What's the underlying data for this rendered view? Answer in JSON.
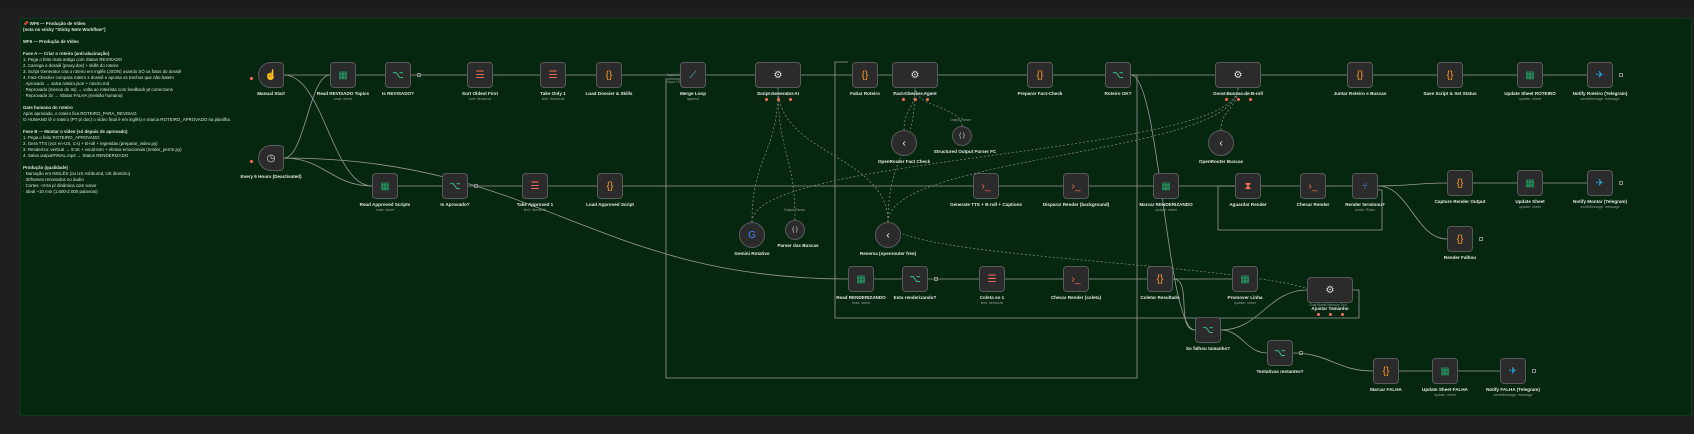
{
  "sticky": {
    "lines": [
      {
        "t": "📌 WF6 — Produção de Vídeo",
        "h": true
      },
      {
        "t": "(nota no sticky \"Sticky Note Workflow\")",
        "h": true
      },
      {
        "t": "",
        "h": false
      },
      {
        "t": "WF6 — Produção de Vídeo",
        "h": true
      },
      {
        "t": "",
        "h": false
      },
      {
        "t": "Fase A — Criar o roteiro (anti-alucinação)",
        "h": true
      },
      {
        "t": "1.  Pega o feito mais antigo com Status REVISADO",
        "h": false
      },
      {
        "t": "2.  Carrega o dossiê (proxy.dos) + skills do roteiro",
        "h": false
      },
      {
        "t": "3.  Script Generator cria o roteiro em inglês (JSON) usando SÓ os fatos do dossiê",
        "h": false
      },
      {
        "t": "4.  Fact-Checker compara roteiro x dossiê e aponta os trechos que não batem",
        "h": false
      },
      {
        "t": "      · Aprovado → salva roteiro.json + roteiro.md",
        "h": false
      },
      {
        "t": "      · Reprovado (menos de 3x) → volta ao roteirista com feedback pt corrections",
        "h": false
      },
      {
        "t": "      · Reprovado 3x → Status FALHA (revisão humana)",
        "h": false
      },
      {
        "t": "",
        "h": false
      },
      {
        "t": "Gate humano do roteiro",
        "h": true
      },
      {
        "t": "Após aprovado, o roteiro fica ROTEIRO_PARA_REVISAO.",
        "h": false
      },
      {
        "t": "O HUMANO lê o roteiro (PT p/ doc) o vídeo final é em inglês) e marca ROTEIRO_APROVADO na planilha.",
        "h": false
      },
      {
        "t": "",
        "h": false
      },
      {
        "t": "Fase B — Montar o vídeo (só depois de aprovado)",
        "h": true
      },
      {
        "t": "1.  Pega o feito ROTEIRO_APROVADO",
        "h": false
      },
      {
        "t": "2.  Gera TTS (voz en-US, 1:s) + B-roll + legendas (preparar_video.py)",
        "h": false
      },
      {
        "t": "3.  Renderiza: vertical → 9:16 + vocal-tom + efeitos emocionais (render_perrm.py)",
        "h": false
      },
      {
        "t": "4.  Salva output/FINAL.mp4 → Status RENDERIZADO",
        "h": false
      },
      {
        "t": "",
        "h": false
      },
      {
        "t": "Produção (qualidade)",
        "h": true
      },
      {
        "t": "  · Narração em INGLÊS (ou US Ashburnd, US diretório)",
        "h": false
      },
      {
        "t": "  · 30frames renovados no áudio",
        "h": false
      },
      {
        "t": "  · Cortes ~3-5s p/ dinâmica com sonar",
        "h": false
      },
      {
        "t": "  · Ideal ~10 min (1.500-2.000 palavras)",
        "h": false
      }
    ]
  },
  "nodes": [
    {
      "id": "manual",
      "label": "Manual Start",
      "sub": "",
      "icon": "☝",
      "color": "#dddddd",
      "shape": "trig"
    },
    {
      "id": "every6h",
      "label": "Every 6 Hours (Deactivated)",
      "sub": "",
      "icon": "◷",
      "color": "#dddddd",
      "shape": "trig"
    },
    {
      "id": "readrev",
      "label": "Read REVISADO Topics",
      "sub": "read: sheet",
      "icon": "▦",
      "color": "#21a366",
      "shape": "n"
    },
    {
      "id": "isrev",
      "label": "Is REVISADO?",
      "sub": "",
      "icon": "⌥",
      "color": "#35c98d",
      "shape": "n"
    },
    {
      "id": "sortoldest",
      "label": "Sort Oldest First",
      "sub": "sort: itemsList",
      "icon": "☰",
      "color": "#ff6d5a",
      "shape": "n"
    },
    {
      "id": "takeonly1",
      "label": "Take Only 1",
      "sub": "limit: itemsList",
      "icon": "☰",
      "color": "#ff6d5a",
      "shape": "n"
    },
    {
      "id": "loaddossier",
      "label": "Load Dossier & Skills",
      "sub": "",
      "icon": "{}",
      "color": "#ff9922",
      "shape": "n"
    },
    {
      "id": "mergeloop",
      "label": "Merge Loop",
      "sub": "append",
      "icon": "⟋",
      "color": "#35c9c9",
      "shape": "n"
    },
    {
      "id": "scriptgen",
      "label": "Script Generator AI",
      "sub": "",
      "icon": "⚙",
      "color": "#dddddd",
      "shape": "wide"
    },
    {
      "id": "fatiar",
      "label": "Fatiar Roteiro",
      "sub": "",
      "icon": "{}",
      "color": "#ff9922",
      "shape": "n"
    },
    {
      "id": "factcheck",
      "label": "Fact-Checker Agent",
      "sub": "",
      "icon": "⚙",
      "color": "#dddddd",
      "shape": "wide"
    },
    {
      "id": "prepfc",
      "label": "Preparar Fact-Check",
      "sub": "",
      "icon": "{}",
      "color": "#ff9922",
      "shape": "n"
    },
    {
      "id": "roteirook",
      "label": "Roteiro OK?",
      "sub": "",
      "icon": "⌥",
      "color": "#35c98d",
      "shape": "n"
    },
    {
      "id": "gerarbuscas",
      "label": "Gerar Buscas de B-roll",
      "sub": "",
      "icon": "⚙",
      "color": "#dddddd",
      "shape": "wide"
    },
    {
      "id": "juntar",
      "label": "Juntar Roteiro e Buscas",
      "sub": "",
      "icon": "{}",
      "color": "#ff9922",
      "shape": "n"
    },
    {
      "id": "savescript",
      "label": "Save Script & Set Status",
      "sub": "",
      "icon": "{}",
      "color": "#ff9922",
      "shape": "n"
    },
    {
      "id": "updroteiro",
      "label": "Update Sheet ROTEIRO",
      "sub": "update: sheet",
      "icon": "▦",
      "color": "#21a366",
      "shape": "n"
    },
    {
      "id": "notifyroteiro",
      "label": "Notify Roteiro (Telegram)",
      "sub": "sendMessage: message",
      "icon": "✈",
      "color": "#2aa6df",
      "shape": "n"
    },
    {
      "id": "orfc",
      "label": "OpenRouter Fact Check",
      "sub": "",
      "icon": "‹",
      "color": "#ffffff",
      "shape": "circle"
    },
    {
      "id": "structout",
      "label": "Structured Output Parser FC",
      "sub": "",
      "icon": "{ }",
      "color": "#dddddd",
      "shape": "sm"
    },
    {
      "id": "orbuscas",
      "label": "OpenRouter Buscas",
      "sub": "",
      "icon": "‹",
      "color": "#ffffff",
      "shape": "circle"
    },
    {
      "id": "readapp",
      "label": "Read Approved Scripts",
      "sub": "read: sheet",
      "icon": "▦",
      "color": "#21a366",
      "shape": "n"
    },
    {
      "id": "isapp",
      "label": "Is Aprovado?",
      "sub": "",
      "icon": "⌥",
      "color": "#35c98d",
      "shape": "n"
    },
    {
      "id": "takeapp1",
      "label": "Take Approved 1",
      "sub": "limit: itemsList",
      "icon": "☰",
      "color": "#ff6d5a",
      "shape": "n"
    },
    {
      "id": "loadapp",
      "label": "Load Approved Script",
      "sub": "",
      "icon": "{}",
      "color": "#ff9922",
      "shape": "n"
    },
    {
      "id": "gemini",
      "label": "Gemini Rotativo",
      "sub": "",
      "icon": "G",
      "color": "#4285f4",
      "shape": "circle"
    },
    {
      "id": "parserbuscas",
      "label": "Parser das Buscas",
      "sub": "",
      "icon": "{ }",
      "color": "#dddddd",
      "shape": "sm"
    },
    {
      "id": "reserva",
      "label": "Reserva (openrouter free)",
      "sub": "",
      "icon": "‹",
      "color": "#ffffff",
      "shape": "circle"
    },
    {
      "id": "gentts",
      "label": "Generate TTS + B-roll + Captions",
      "sub": "",
      "icon": "›_",
      "color": "#ff6d5a",
      "shape": "n"
    },
    {
      "id": "disparar",
      "label": "Disparar Render (background)",
      "sub": "",
      "icon": "›_",
      "color": "#ff6d5a",
      "shape": "n"
    },
    {
      "id": "marcarrender",
      "label": "Marcar RENDERIZANDO",
      "sub": "update: sheet",
      "icon": "▦",
      "color": "#21a366",
      "shape": "n"
    },
    {
      "id": "aguardar",
      "label": "Aguardar Render",
      "sub": "",
      "icon": "⧗",
      "color": "#ff6d5a",
      "shape": "n"
    },
    {
      "id": "checar",
      "label": "Checar Render",
      "sub": "",
      "icon": "›_",
      "color": "#ff6d5a",
      "shape": "n"
    },
    {
      "id": "renderterm",
      "label": "Render terminou?",
      "sub": "mode: Rules",
      "icon": "⑂",
      "color": "#4a8cff",
      "shape": "n"
    },
    {
      "id": "capture",
      "label": "Capture Render Output",
      "sub": "",
      "icon": "{}",
      "color": "#ff9922",
      "shape": "n"
    },
    {
      "id": "updsheet",
      "label": "Update Sheet",
      "sub": "update: sheet",
      "icon": "▦",
      "color": "#21a366",
      "shape": "n"
    },
    {
      "id": "notifymontar",
      "label": "Notify Montar (Telegram)",
      "sub": "sendMessage: message",
      "icon": "✈",
      "color": "#2aa6df",
      "shape": "n"
    },
    {
      "id": "renderfalhou",
      "label": "Render Falhou",
      "sub": "",
      "icon": "{}",
      "color": "#ff9922",
      "shape": "n"
    },
    {
      "id": "readrendering",
      "label": "Read RENDERIZANDO",
      "sub": "read: sheet",
      "icon": "▦",
      "color": "#21a366",
      "shape": "n"
    },
    {
      "id": "estarend",
      "label": "Esta renderizando?",
      "sub": "",
      "icon": "⌥",
      "color": "#35c98d",
      "shape": "n"
    },
    {
      "id": "coleta1",
      "label": "Coleta so 1",
      "sub": "limit: itemsList",
      "icon": "☰",
      "color": "#ff6d5a",
      "shape": "n"
    },
    {
      "id": "checarcoleta",
      "label": "Checar Render (coleta)",
      "sub": "",
      "icon": "›_",
      "color": "#ff6d5a",
      "shape": "n"
    },
    {
      "id": "coletar",
      "label": "Coletar Resultado",
      "sub": "",
      "icon": "{}",
      "color": "#ff9922",
      "shape": "n"
    },
    {
      "id": "promover",
      "label": "Promover Linha",
      "sub": "update: sheet",
      "icon": "▦",
      "color": "#21a366",
      "shape": "n"
    },
    {
      "id": "ajustar",
      "label": "Ajustar Tamanho",
      "sub": "",
      "icon": "⚙",
      "color": "#dddddd",
      "shape": "wide"
    },
    {
      "id": "sofalhou",
      "label": "So falhou tamanho?",
      "sub": "",
      "icon": "⌥",
      "color": "#35c98d",
      "shape": "n"
    },
    {
      "id": "tentativas",
      "label": "Tentativas restantes?",
      "sub": "",
      "icon": "⌥",
      "color": "#35c98d",
      "shape": "n"
    },
    {
      "id": "marcarfalha",
      "label": "Marcar FALHA",
      "sub": "",
      "icon": "{}",
      "color": "#ff9922",
      "shape": "n"
    },
    {
      "id": "updfalha",
      "label": "Update Sheet FALHA",
      "sub": "update: sheet",
      "icon": "▦",
      "color": "#21a366",
      "shape": "n"
    },
    {
      "id": "notifyfalha",
      "label": "Notify FALHA (Telegram)",
      "sub": "sendMessage: message",
      "icon": "✈",
      "color": "#2aa6df",
      "shape": "n"
    }
  ],
  "small_notes": {
    "inputa": "Input 1 A",
    "inputb": "Input 1 B",
    "outputparser": "Output Parser",
    "outputparser2": "Output Parser",
    "chatmodel": "Chat Model  Memory  Tool",
    "chatmodel2": "Chat Model  Memory  Tool",
    "chatmodel3": "Chat Model  Memory  Tool",
    "chatmodel4": "Chat Model  Memory  Tool"
  },
  "colors": {
    "sticky_bg": "#06270f",
    "edge": "#9a9a9a",
    "ai_edge": "#8a8a8a"
  }
}
